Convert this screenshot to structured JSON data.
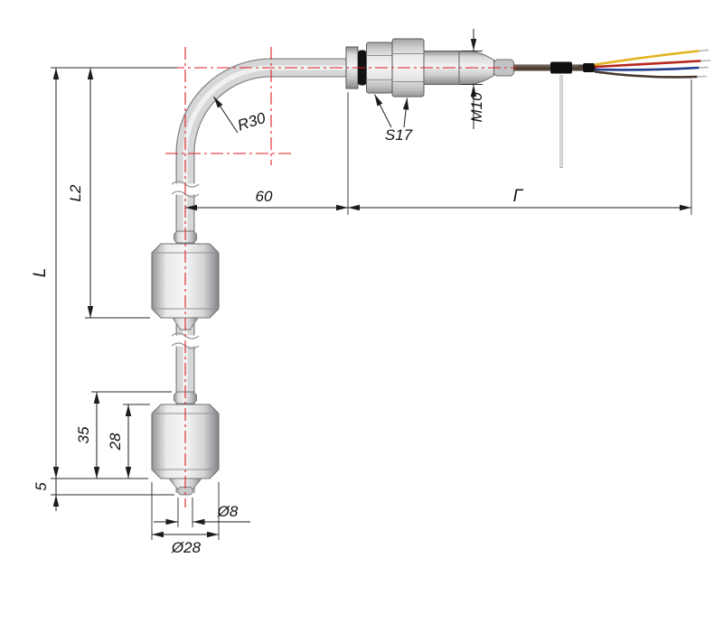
{
  "drawing": {
    "kind": "technical dimension drawing",
    "subject": "right-angle two-float liquid level sensor with threaded gland and output wires"
  },
  "labels": {
    "overall_length": "L",
    "upper_length": "L2",
    "lower_float_span": "35",
    "float_height": "28",
    "tip_offset": "5",
    "tube_diameter": "Ø8",
    "float_diameter": "Ø28",
    "horizontal_offset": "60",
    "cable_length": "Γ",
    "bend_radius": "R30",
    "wrench_size": "S17",
    "thread_size": "M10"
  },
  "colors": {
    "centerline_red": "#e01f26",
    "dimension_black": "#1c1c1c",
    "oring_black": "#121212",
    "wire_yellow": "#e2b422",
    "wire_red": "#b5271f",
    "wire_blue": "#243e8b",
    "wire_dark": "#46362c"
  }
}
